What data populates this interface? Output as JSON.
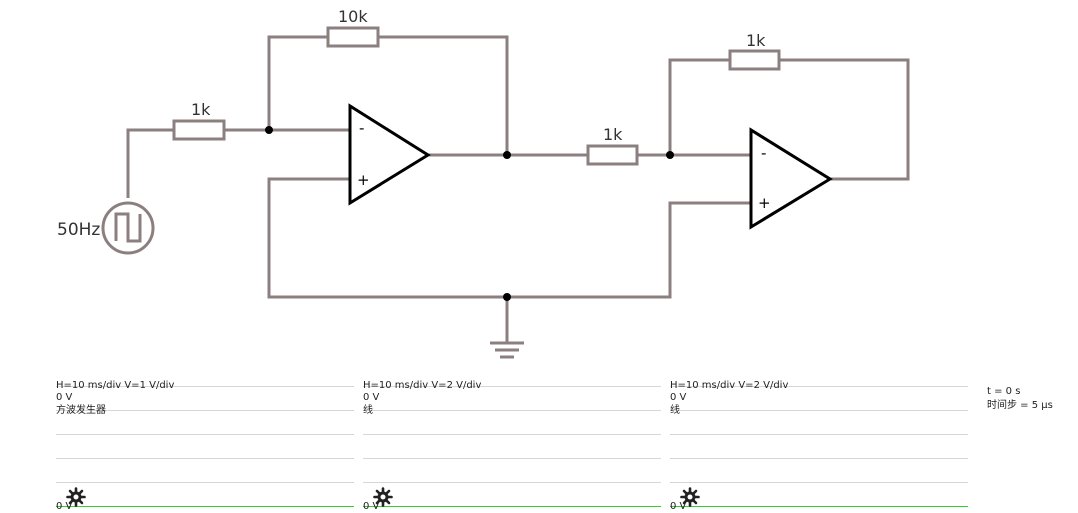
{
  "circuit": {
    "source_label": "50Hz",
    "r1_label": "1k",
    "r_feedback1_label": "10k",
    "r2_label": "1k",
    "r_feedback2_label": "1k",
    "minus_sign": "-",
    "plus_sign": "+"
  },
  "scopes": [
    {
      "settings": "H=10 ms/div V=1 V/div",
      "value": "0 V",
      "name": "方波发生器",
      "zero_label": "0 V"
    },
    {
      "settings": "H=10 ms/div V=2 V/div",
      "value": "0 V",
      "name": "线",
      "zero_label": "0 V"
    },
    {
      "settings": "H=10 ms/div V=2 V/div",
      "value": "0 V",
      "name": "线",
      "zero_label": "0 V"
    }
  ],
  "status": {
    "time": "t = 0 s",
    "timestep": "时间步 = 5 μs"
  },
  "colors": {
    "wire": "#8c7f7f",
    "trace": "#33cc33",
    "grid": "#d6d6d6"
  }
}
